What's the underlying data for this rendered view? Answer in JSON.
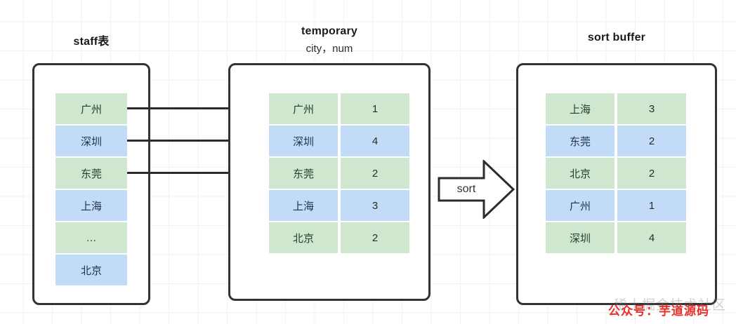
{
  "diagram": {
    "background": "#ffffff",
    "grid_color": "#f2f2f2",
    "colors": {
      "green": "#cfe7cf",
      "blue": "#c2dcf7",
      "border": "#333333",
      "arrow": "#2b2b2b",
      "watermark_red": "#e8302a"
    }
  },
  "staff": {
    "title": "staff表",
    "rows": [
      {
        "city": "广州",
        "color": "green"
      },
      {
        "city": "深圳",
        "color": "blue"
      },
      {
        "city": "东莞",
        "color": "green"
      },
      {
        "city": "上海",
        "color": "blue"
      },
      {
        "city": "…",
        "color": "green"
      },
      {
        "city": "北京",
        "color": "blue"
      }
    ]
  },
  "temporary": {
    "title": "temporary",
    "columns_label": "city，num",
    "rows": [
      {
        "city": "广州",
        "num": "1",
        "color": "green"
      },
      {
        "city": "深圳",
        "num": "4",
        "color": "blue"
      },
      {
        "city": "东莞",
        "num": "2",
        "color": "green"
      },
      {
        "city": "上海",
        "num": "3",
        "color": "blue"
      },
      {
        "city": "北京",
        "num": "2",
        "color": "green"
      }
    ]
  },
  "sort_buffer": {
    "title": "sort buffer",
    "rows": [
      {
        "city": "上海",
        "num": "3",
        "color": "green"
      },
      {
        "city": "东莞",
        "num": "2",
        "color": "blue"
      },
      {
        "city": "北京",
        "num": "2",
        "color": "green"
      },
      {
        "city": "广州",
        "num": "1",
        "color": "blue"
      },
      {
        "city": "深圳",
        "num": "4",
        "color": "green"
      }
    ]
  },
  "sort_arrow": {
    "label": "sort"
  },
  "watermark": {
    "red_text": "公众号：芋道源码",
    "gray_text": "稀土掘金技术社区"
  }
}
